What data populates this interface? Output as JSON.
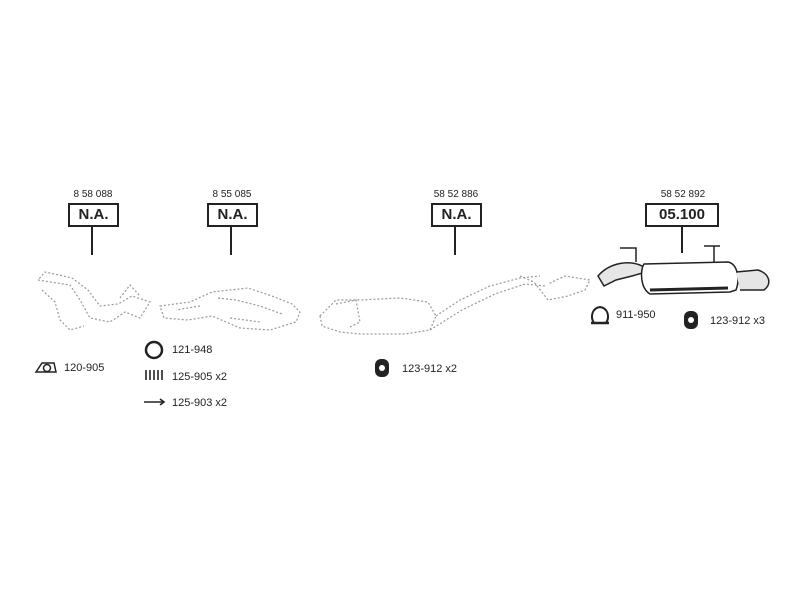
{
  "sections": [
    {
      "oe_number": "8 58 088",
      "part_number": "N.A."
    },
    {
      "oe_number": "8 55 085",
      "part_number": "N.A."
    },
    {
      "oe_number": "58 52 886",
      "part_number": "N.A."
    },
    {
      "oe_number": "58 52 892",
      "part_number": "05.100"
    }
  ],
  "accessories": {
    "gasket": "120-905",
    "ring": "121-948",
    "spring": "125-905 x2",
    "bolt": "125-903 x2",
    "hanger_middle": "123-912 x2",
    "clamp": "911-950",
    "hanger_rear": "123-912 x3"
  }
}
